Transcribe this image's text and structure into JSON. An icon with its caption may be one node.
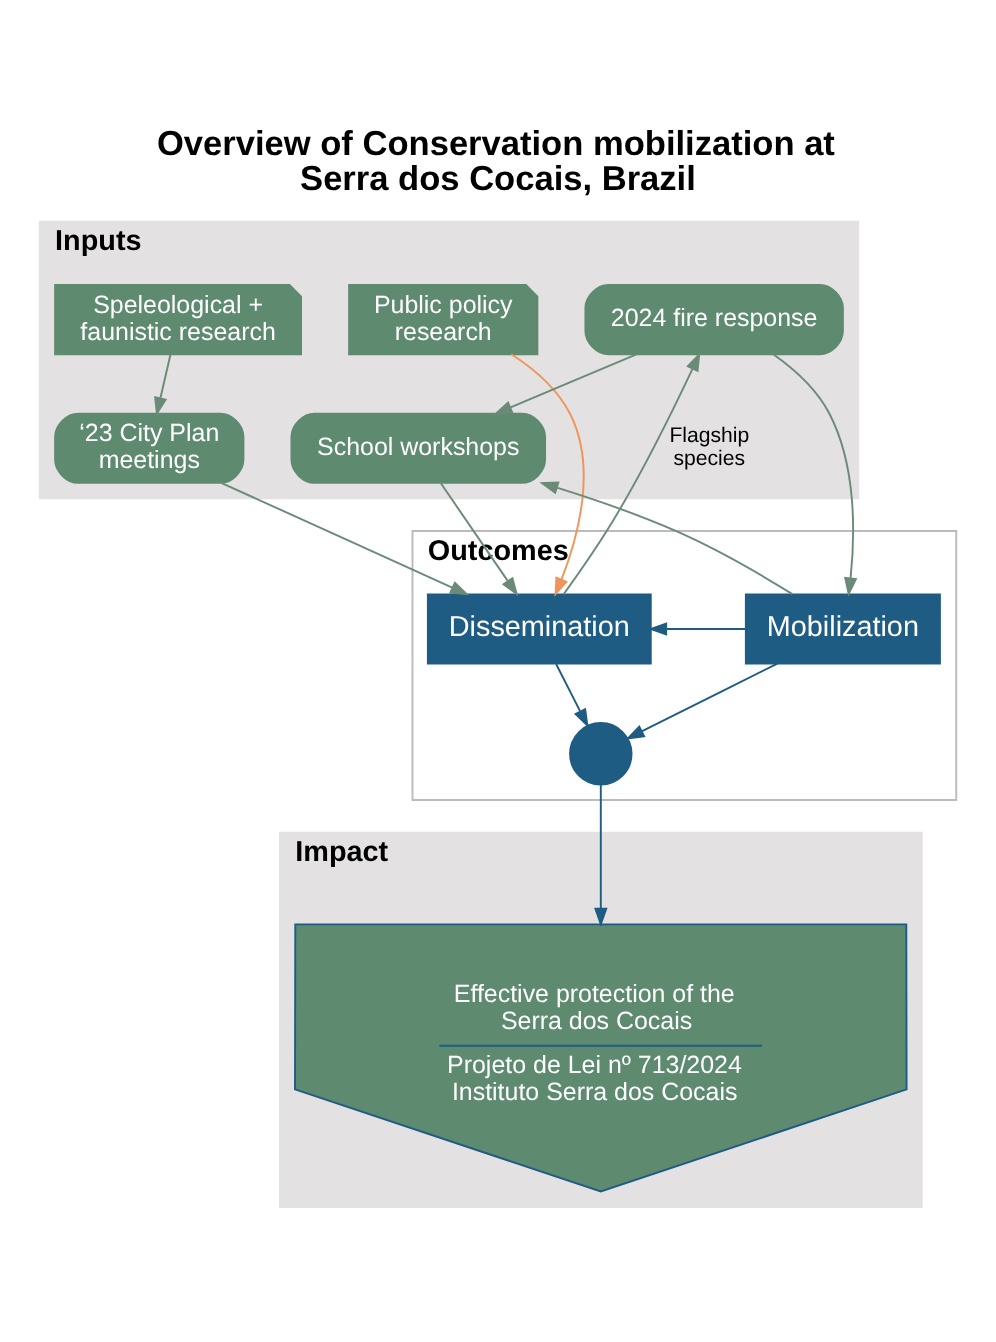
{
  "diagram": {
    "title": "Overview of Conservation mobilization at Serra dos Cocais, Brazil",
    "nodes": [
      {
        "text": [
          "Inputs"
        ]
      },
      {
        "text": [
          "Speleological + faunistic research"
        ],
        "in": 0
      },
      {
        "text": [
          "Public policy research"
        ],
        "in": 0
      },
      {
        "text": [
          "‘23 City Plan meetings"
        ],
        "in": 0
      },
      {
        "text": [
          "2024 fire response"
        ],
        "in": 0
      },
      {
        "text": [
          "School workshops"
        ],
        "in": 0
      },
      {
        "text": [
          "Outcomes"
        ]
      },
      {
        "text": [
          "Dissemination"
        ],
        "in": 6
      },
      {
        "text": [
          "Mobilization"
        ],
        "in": 6
      },
      {
        "text": [],
        "shape": "circle",
        "in": 6
      },
      {
        "text": [
          "Impact"
        ]
      },
      {
        "text": [
          "Effective protection of the Serra dos Cocais",
          "Projeto de Lei nº 713/2024 Instituto Serra dos Cocais"
        ],
        "in": 10
      }
    ],
    "edges": [
      {
        "from": 1,
        "to": 3,
        "arrow": "to"
      },
      {
        "from": 3,
        "to": 7,
        "arrow": "to"
      },
      {
        "from": 2,
        "to": 7,
        "arrow": "to",
        "color": "#f0955a"
      },
      {
        "from": 7,
        "to": 4,
        "arrow": "to",
        "label": "Flagship species"
      },
      {
        "from": 4,
        "to": 5,
        "arrow": "to"
      },
      {
        "from": 4,
        "to": 8,
        "arrow": "to"
      },
      {
        "from": 5,
        "to": 7,
        "arrow": "to"
      },
      {
        "from": 8,
        "to": 5,
        "arrow": "to"
      },
      {
        "from": 8,
        "to": 7,
        "arrow": "to"
      },
      {
        "from": 7,
        "to": 9,
        "arrow": "to"
      },
      {
        "from": 8,
        "to": 9,
        "arrow": "to"
      },
      {
        "from": 9,
        "to": 11,
        "arrow": "to"
      }
    ]
  }
}
